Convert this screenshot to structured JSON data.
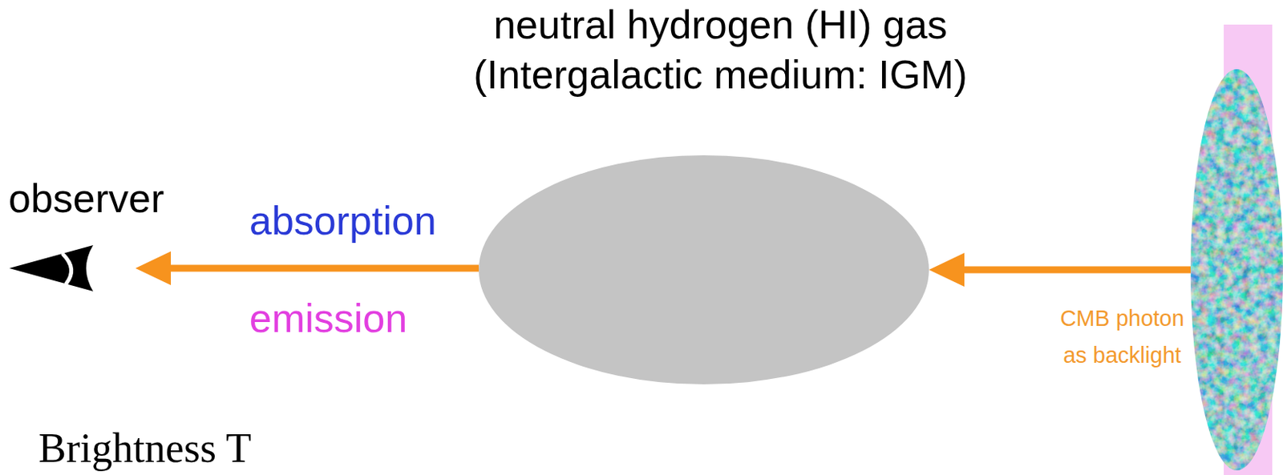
{
  "diagram": {
    "nodes": [
      {
        "text": [
          "observer"
        ]
      },
      {
        "text": [
          "neutral hydrogen (HI) gas (Intergalactic medium: IGM)"
        ]
      },
      {
        "text": [
          "CMB photon as backlight"
        ]
      }
    ],
    "edges": [
      {
        "from": 2,
        "to": 1,
        "arrow": "to"
      },
      {
        "from": 1,
        "to": 0,
        "arrow": "to",
        "label": "absorption"
      }
    ],
    "labels": [
      "emission",
      "Brightness T"
    ]
  }
}
